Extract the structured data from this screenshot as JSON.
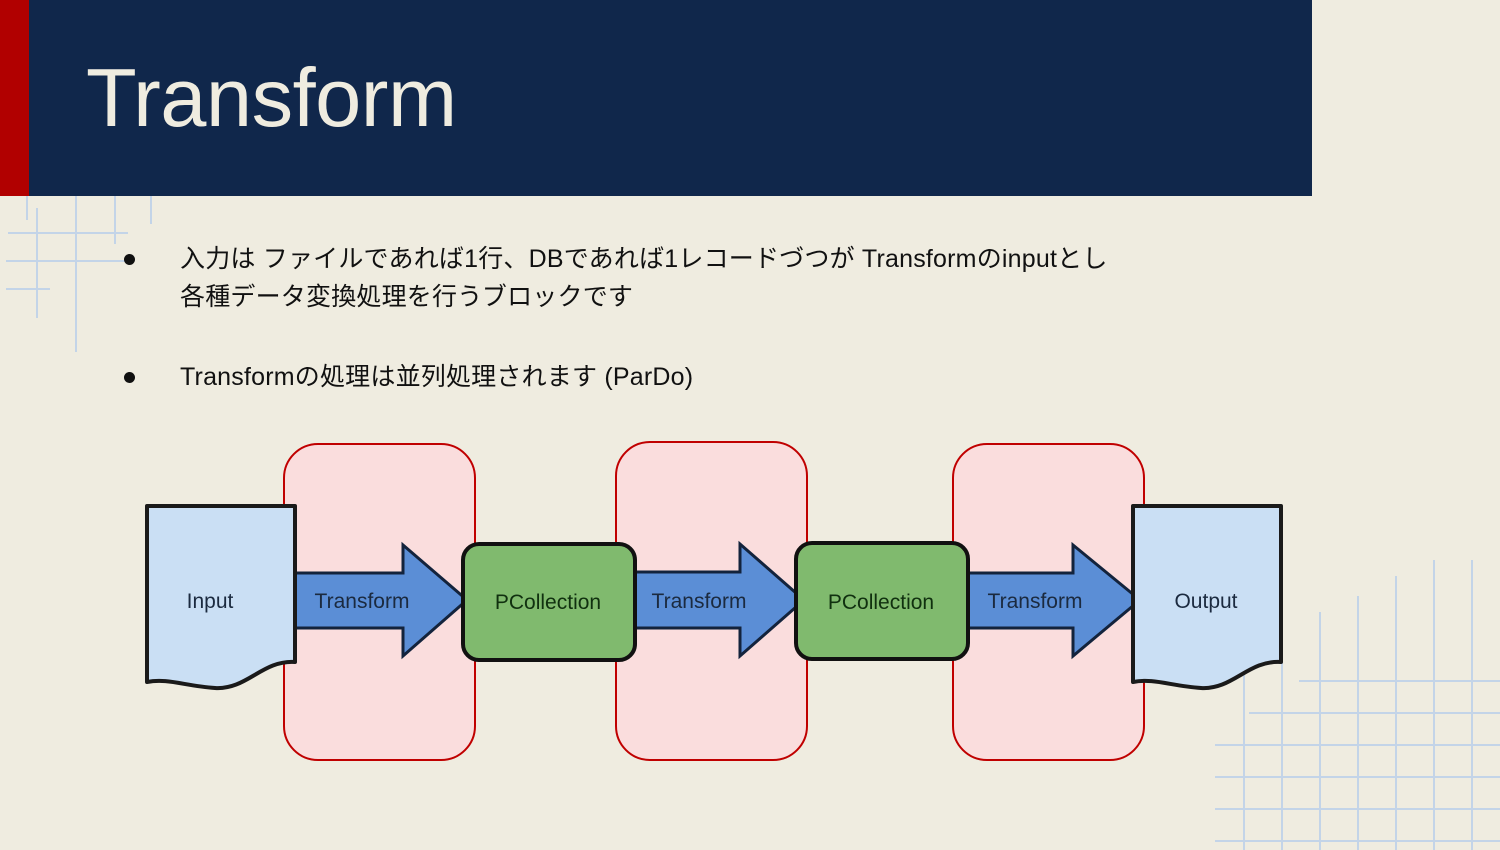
{
  "slide": {
    "title": "Transform",
    "background_color": "#efece0",
    "title_band_color": "#10274b",
    "title_accent_color": "#b10000",
    "title_text_color": "#efece0"
  },
  "bullets": [
    {
      "marker": "bullet-dot",
      "lines": [
        "入力は ファイルであれば1行、DBであれば1レコードづつが Transformのinputとし",
        "各種データ変換処理を行うブロックです"
      ]
    },
    {
      "marker": "bullet-dot",
      "lines": [
        "Transformの処理は並列処理されます (ParDo)"
      ]
    }
  ],
  "diagram": {
    "type": "flow",
    "colors": {
      "document_fill": "#cadff4",
      "document_stroke": "#1a1a1a",
      "group_fill": "#fadddd",
      "group_stroke": "#c00000",
      "arrow_fill": "#5b8ed6",
      "arrow_stroke": "#13233c",
      "collection_fill": "#80ba6e",
      "collection_stroke": "#111111"
    },
    "nodes": [
      {
        "id": "input",
        "kind": "document",
        "label": "Input"
      },
      {
        "id": "transform-1",
        "kind": "arrow",
        "label": "Transform"
      },
      {
        "id": "pcollection-1",
        "kind": "collection",
        "label": "PCollection"
      },
      {
        "id": "transform-2",
        "kind": "arrow",
        "label": "Transform"
      },
      {
        "id": "pcollection-2",
        "kind": "collection",
        "label": "PCollection"
      },
      {
        "id": "transform-3",
        "kind": "arrow",
        "label": "Transform"
      },
      {
        "id": "output",
        "kind": "document",
        "label": "Output"
      }
    ],
    "groups": [
      {
        "id": "group-1",
        "wraps": "transform-1"
      },
      {
        "id": "group-2",
        "wraps": "transform-2"
      },
      {
        "id": "group-3",
        "wraps": "transform-3"
      }
    ]
  }
}
